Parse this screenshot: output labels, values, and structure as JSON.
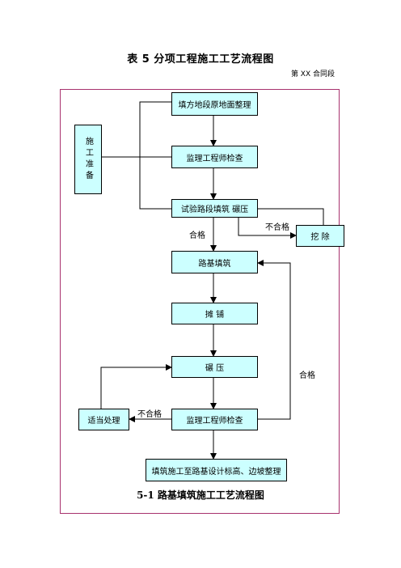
{
  "header": {
    "table_title": "表 5   分项工程施工工艺流程图",
    "contract_section": "第 XX 合同段"
  },
  "flow": {
    "prep": "施工准备",
    "fill_ground": "填方地段原地面整理",
    "supervisor_check_1": "监理工程师检查",
    "trial_fill": "试验路段填筑  碾压",
    "excavate": "挖  除",
    "roadbed_fill": "路基填筑",
    "spread": "摊          铺",
    "compact": "碾          压",
    "supervisor_check_2": "监理工程师检查",
    "proper_treatment": "适当处理",
    "final": "填筑施工至路基设计标高、边坡整理"
  },
  "labels": {
    "pass_1": "合格",
    "fail_1": "不合格",
    "pass_2": "合格",
    "fail_2": "不合格"
  },
  "caption": "5-1  路基填筑施工工艺流程图",
  "colors": {
    "box_fill": "#ccffff",
    "frame_border": "#a8326e"
  }
}
